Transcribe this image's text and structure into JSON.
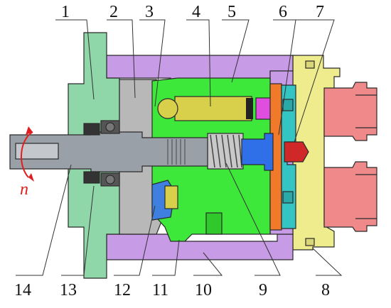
{
  "figure": {
    "callouts_top": [
      "1",
      "2",
      "3",
      "4",
      "5",
      "6",
      "7"
    ],
    "callouts_bottom": [
      "14",
      "13",
      "12",
      "11",
      "10",
      "9",
      "8"
    ],
    "rotation_label": "n"
  },
  "colors": {
    "mounting_flange": "#8fd6a8",
    "housing": "#c79be6",
    "cylinder_block": "#3ee83a",
    "end_cover": "#eeec8c",
    "port_fittings": "#f08a8a",
    "valve_plate": "#f07a2a",
    "port_plate": "#34c4c4",
    "shaft": "#9aa0a8",
    "swash_plate": "#b8b8b8",
    "piston": "#d8cf4a",
    "spring_piston": "#2f6fe8",
    "slipper": "#e04ee0",
    "plug": "#d02828",
    "rotation_arrow": "#e02020"
  }
}
